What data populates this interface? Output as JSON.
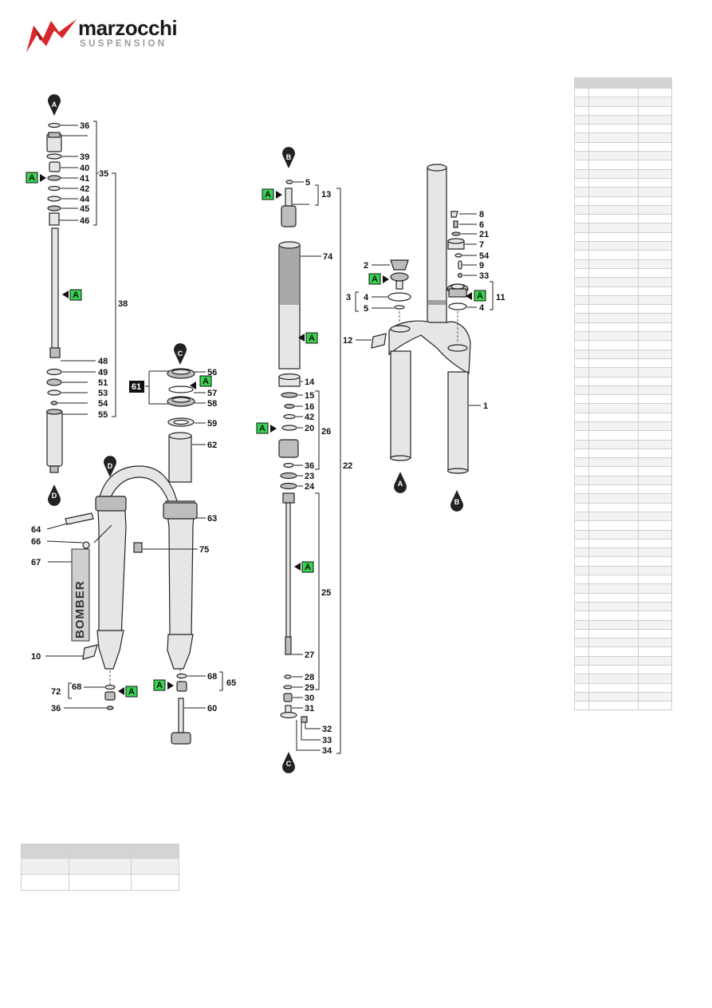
{
  "brand": {
    "name": "marzocchi",
    "subtitle": "SUSPENSION",
    "colors": {
      "red": "#d8282e",
      "dark": "#1a1a1a",
      "grey": "#9a9a9a",
      "marker_green": "#39d353"
    }
  },
  "markers": {
    "A": "A",
    "B": "B",
    "C": "C",
    "D": "D"
  },
  "callouts": {
    "p1": "1",
    "p2": "2",
    "p3": "3",
    "p4a": "4",
    "p4b": "4",
    "p5a": "5",
    "p5b": "5",
    "p6": "6",
    "p7": "7",
    "p8": "8",
    "p9": "9",
    "p10": "10",
    "p11": "11",
    "p12": "12",
    "p13": "13",
    "p14": "14",
    "p15": "15",
    "p16": "16",
    "p20": "20",
    "p21": "21",
    "p22": "22",
    "p23": "23",
    "p24": "24",
    "p25": "25",
    "p26": "26",
    "p27": "27",
    "p28": "28",
    "p29": "29",
    "p30": "30",
    "p31": "31",
    "p32": "32",
    "p33a": "33",
    "p33b": "33",
    "p34": "34",
    "p35": "35",
    "p36a": "36",
    "p36b": "36",
    "p36c": "36",
    "p38": "38",
    "p39": "39",
    "p40": "40",
    "p41": "41",
    "p42a": "42",
    "p42b": "42",
    "p44": "44",
    "p45": "45",
    "p46": "46",
    "p48": "48",
    "p49": "49",
    "p51": "51",
    "p53": "53",
    "p54a": "54",
    "p54b": "54",
    "p55": "55",
    "p56": "56",
    "p57": "57",
    "p58": "58",
    "p59": "59",
    "p60": "60",
    "p61": "61",
    "p62": "62",
    "p63": "63",
    "p64": "64",
    "p65": "65",
    "p66": "66",
    "p67": "67",
    "p68a": "68",
    "p68b": "68",
    "p72": "72",
    "p74": "74",
    "p75": "75"
  },
  "decal_text": "BOMBER",
  "side_table": {
    "rows": 69
  },
  "bottom_table": {
    "rows": 2
  }
}
